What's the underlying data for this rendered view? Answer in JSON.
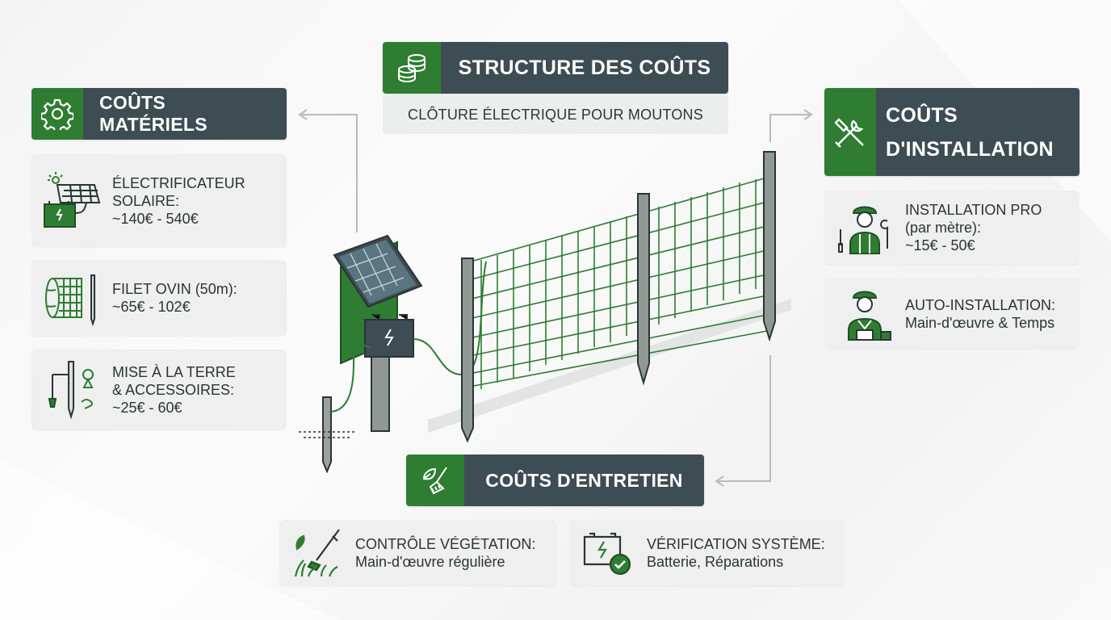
{
  "title": {
    "heading": "STRUCTURE DES COÛTS",
    "subtitle": "CLÔTURE ÉLECTRIQUE POUR MOUTONS"
  },
  "materials": {
    "heading": "COÛTS MATÉRIELS",
    "items": [
      {
        "line1": "ÉLECTRIFICATEUR",
        "line2": "SOLAIRE:",
        "line3": "~140€ - 540€"
      },
      {
        "line1": "FILET OVIN (50m):",
        "line2": "~65€ - 102€"
      },
      {
        "line1": "MISE À LA TERRE",
        "line2": "& ACCESSOIRES:",
        "line3": "~25€ - 60€"
      }
    ]
  },
  "installation": {
    "heading_line1": "COÛTS",
    "heading_line2": "D'INSTALLATION",
    "items": [
      {
        "line1": "INSTALLATION PRO",
        "line2": "(par mètre):",
        "line3": "~15€ - 50€"
      },
      {
        "line1": "AUTO-INSTALLATION:",
        "line2": "Main-d'œuvre & Temps"
      }
    ]
  },
  "maintenance": {
    "heading": "COÛTS D'ENTRETIEN",
    "items": [
      {
        "line1": "CONTRÔLE VÉGÉTATION:",
        "line2": "Main-d'œuvre régulière"
      },
      {
        "line1": "VÉRIFICATION SYSTÈME:",
        "line2": "Batterie, Réparations"
      }
    ]
  },
  "icons": {
    "title": "coins-stack-icon",
    "materials": "gear-icon",
    "installation": "tools-wrench-hammer-icon",
    "maintenance": "leaf-brush-icon",
    "solar": "solar-battery-icon",
    "net": "fence-net-roll-icon",
    "ground": "ground-rod-icon",
    "pro": "technician-icon",
    "diy": "worker-icon",
    "vegetation": "grass-trimmer-icon",
    "battery": "battery-check-icon"
  },
  "colors": {
    "accent_green": "#2f7d32",
    "header_slate": "#3e4c53",
    "card_bg": "#eeefee"
  }
}
